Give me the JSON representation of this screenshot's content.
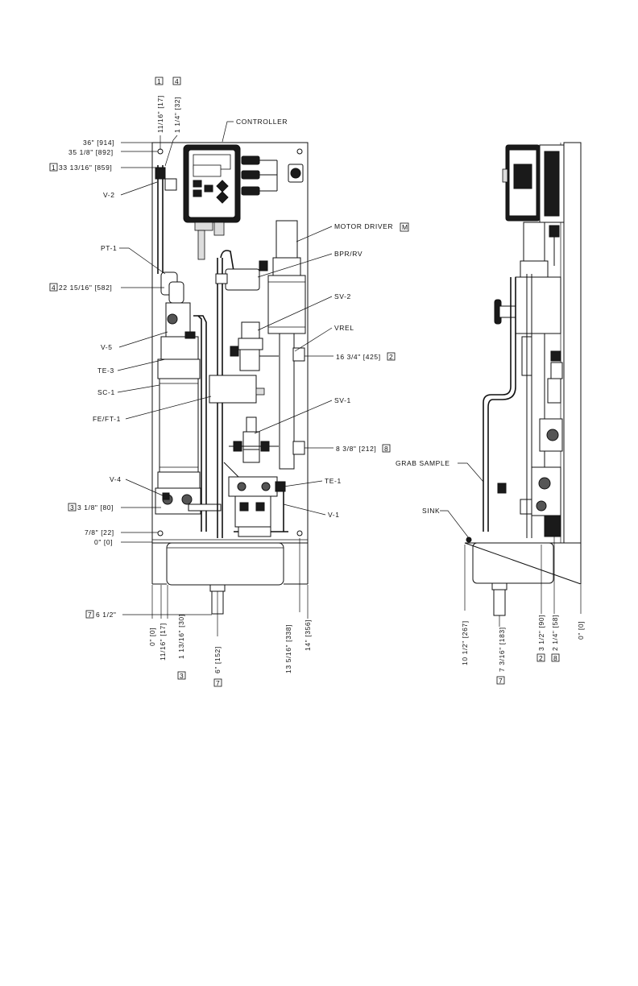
{
  "front_view": {
    "labels": {
      "controller": "CONTROLLER",
      "motor_driver": "MOTOR DRIVER",
      "motor_driver_badge": "M",
      "bpr_rv": "BPR/RV",
      "sv2": "SV-2",
      "vrel": "VREL",
      "sv1": "SV-1",
      "te1": "TE-1",
      "v1": "V-1",
      "v2": "V-2",
      "pt1": "PT-1",
      "v5": "V-5",
      "te3": "TE-3",
      "sc1": "SC-1",
      "fe_ft1": "FE/FT-1",
      "v4": "V-4"
    },
    "left_dims": {
      "d36": "36\" [914]",
      "d35": "35 1/8\" [892]",
      "d33_badge": "1",
      "d33": "33 13/16\" [859]",
      "d22_badge": "4",
      "d22": "22 15/16\" [582]",
      "d3_badge": "3",
      "d3": "3 1/8\" [80]",
      "d78": "7/8\" [22]",
      "d0": "0\" [0]"
    },
    "top_dims": {
      "badge1": "1",
      "d1116": "11/16\" [17]",
      "badge4": "4",
      "d114": "1 1/4\" [32]"
    },
    "right_dims": {
      "d16": "16 3/4\" [425]",
      "d16_badge": "2",
      "d8": "8 3/8\" [212]",
      "d8_badge": "8"
    },
    "bottom_dims": {
      "d65_badge": "7",
      "d65": "6 1/2\"",
      "v0": "0\" [0]",
      "v1116": "11/16\" [17]",
      "v1316": "1 13/16\" [30]",
      "v1316_badge": "3",
      "v6": "6\" [152]",
      "v6_badge": "7",
      "v135": "13 5/16\" [338]",
      "v14": "14\" [356]"
    }
  },
  "side_view": {
    "labels": {
      "grab_sample": "GRAB SAMPLE",
      "sink": "SINK"
    },
    "bottom_dims": {
      "v105": "10 1/2\" [267]",
      "v7316": "7 3/16\" [183]",
      "v7316_badge": "7",
      "v312": "3 1/2\" [90]",
      "v312_badge": "2",
      "v214": "2 1/4\" [58]",
      "v214_badge": "8",
      "v0": "0\" [0]"
    }
  }
}
